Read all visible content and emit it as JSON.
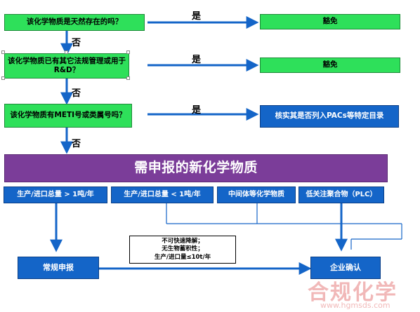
{
  "questions": [
    "该化学物质是天然存在的吗？",
    "该化学物质已有其它法规管理或用于R&D？",
    "该化学物质有METI号或类属号吗？"
  ],
  "yes_label": "是",
  "no_label": "否",
  "outcomes": {
    "exempt_1": "豁免",
    "exempt_2": "豁免",
    "check_list": "核实其是否列入PACs等特定目录"
  },
  "banner": "需申报的新化学物质",
  "categories": [
    "生产/进口总量 > 1吨/年",
    "生产/进口总量 < 1吨/年",
    "中间体等化学物质",
    "低关注聚合物（PLC）"
  ],
  "note_lines": [
    "不可快速降解；",
    "无生物蓄积性；",
    "生产/进口量≤10t/年"
  ],
  "final": {
    "regular": "常规申报",
    "confirm": "企业确认"
  },
  "watermark": {
    "brand": "合规化学",
    "url": "www.hgmsds.com"
  },
  "colors": {
    "green": "#2ee05a",
    "blue": "#1465c8",
    "purple": "#7b3d99",
    "watermark": "#e98a8a"
  }
}
